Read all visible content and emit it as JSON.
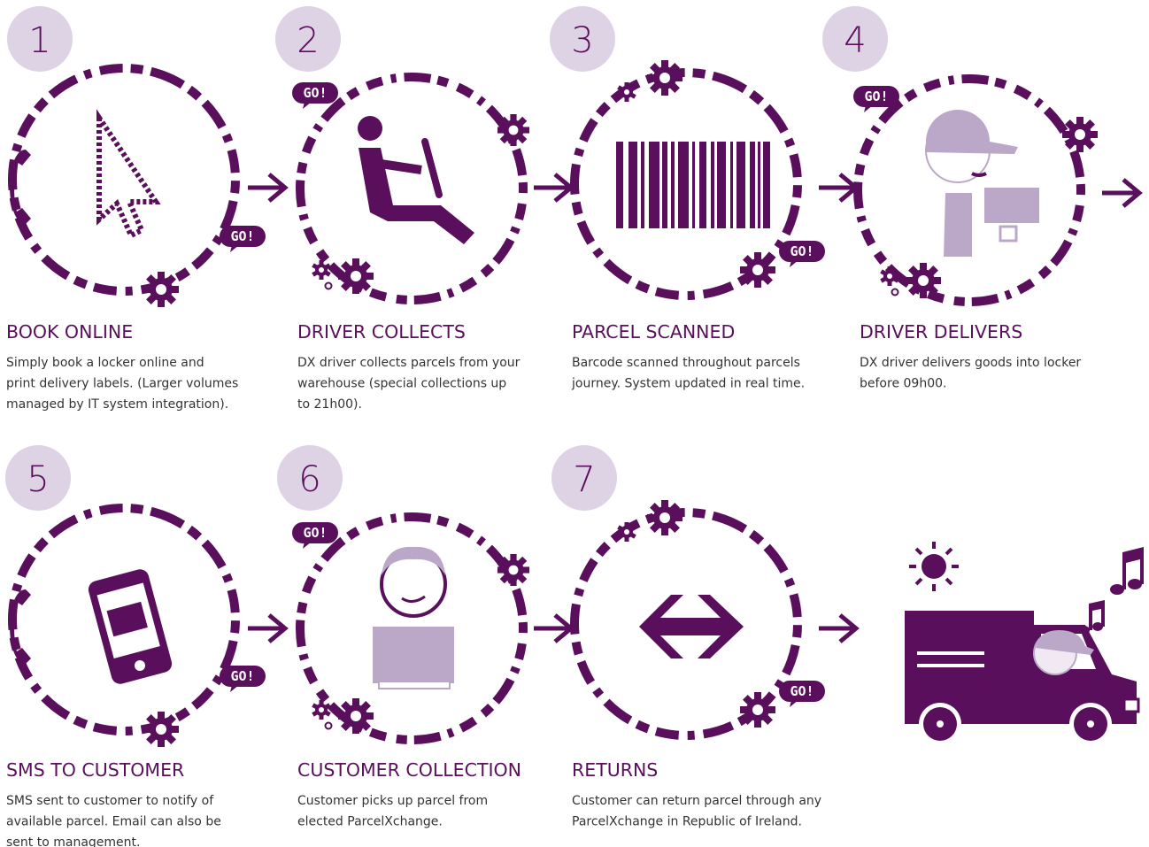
{
  "colors": {
    "purple": "#5a0f5c",
    "lavender": "#bba8c9",
    "number_circle": "#ddd3e5",
    "text": "#333333"
  },
  "badge_text": "GO!",
  "steps": [
    {
      "number": "1",
      "title": "BOOK ONLINE",
      "lines": [
        "Simply book a locker online and",
        "print delivery labels. (Larger volumes",
        "managed by IT system integration)."
      ],
      "icon": "cursor-icon"
    },
    {
      "number": "2",
      "title": "DRIVER COLLECTS",
      "lines": [
        "DX driver collects parcels from your",
        "warehouse (special collections up",
        "to 21h00)."
      ],
      "icon": "driver-icon"
    },
    {
      "number": "3",
      "title": "PARCEL SCANNED",
      "lines": [
        "Barcode scanned throughout parcels",
        "journey. System updated in real time."
      ],
      "icon": "barcode-icon"
    },
    {
      "number": "4",
      "title": "DRIVER DELIVERS",
      "lines": [
        "DX driver delivers goods into locker",
        "before 09h00."
      ],
      "icon": "delivery-person-icon"
    },
    {
      "number": "5",
      "title": "SMS TO CUSTOMER",
      "lines": [
        "SMS sent to customer to notify of",
        "available parcel. Email can also be",
        "sent to management."
      ],
      "icon": "smartphone-mail-icon"
    },
    {
      "number": "6",
      "title": "CUSTOMER COLLECTION",
      "lines": [
        "Customer picks up parcel from",
        "elected ParcelXchange."
      ],
      "icon": "customer-laptop-icon"
    },
    {
      "number": "7",
      "title": "RETURNS",
      "lines": [
        "Customer can return parcel through any",
        "ParcelXchange in Republic of Ireland."
      ],
      "icon": "two-way-arrow-icon"
    }
  ]
}
